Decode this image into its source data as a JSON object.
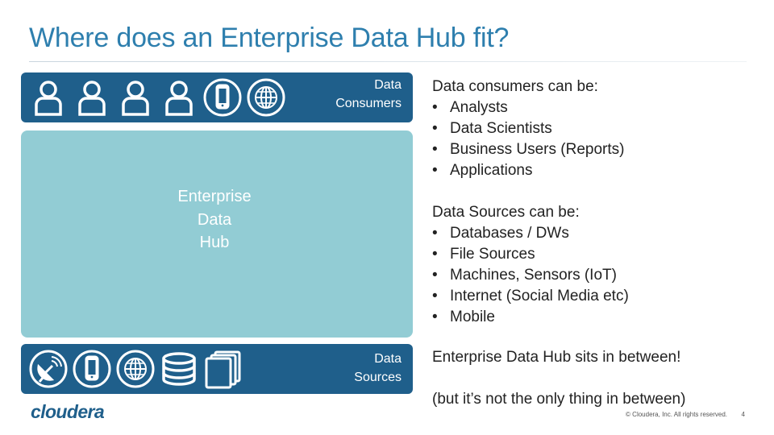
{
  "slide": {
    "title": "Where does an Enterprise Data Hub fit?",
    "consumers_band": {
      "label_line1": "Data",
      "label_line2": "Consumers",
      "icons": [
        "person-icon",
        "person-icon",
        "person-icon",
        "person-icon",
        "mobile-phone-icon",
        "globe-icon"
      ]
    },
    "hub": {
      "line1": "Enterprise",
      "line2": "Data",
      "line3": "Hub"
    },
    "sources_band": {
      "label_line1": "Data",
      "label_line2": "Sources",
      "icons": [
        "satellite-dish-icon",
        "mobile-phone-icon",
        "globe-icon",
        "database-icon",
        "files-icon"
      ]
    },
    "consumers_text": {
      "heading": "Data consumers can be:",
      "items": [
        "Analysts",
        "Data Scientists",
        "Business Users (Reports)",
        "Applications"
      ]
    },
    "sources_text": {
      "heading": "Data Sources can be:",
      "items": [
        "Databases / DWs",
        "File Sources",
        "Machines, Sensors (IoT)",
        "Internet (Social Media etc)",
        "Mobile"
      ]
    },
    "between_text": "Enterprise Data Hub sits in between!",
    "note_text": "(but it’s not the only thing in between)",
    "logo_text": "cloudera",
    "footer": "© Cloudera, Inc. All rights reserved.",
    "page_number": "4",
    "colors": {
      "title": "#2e7fae",
      "band": "#1f5f8b",
      "hub": "#92ccd4",
      "icon": "#ffffff"
    }
  }
}
